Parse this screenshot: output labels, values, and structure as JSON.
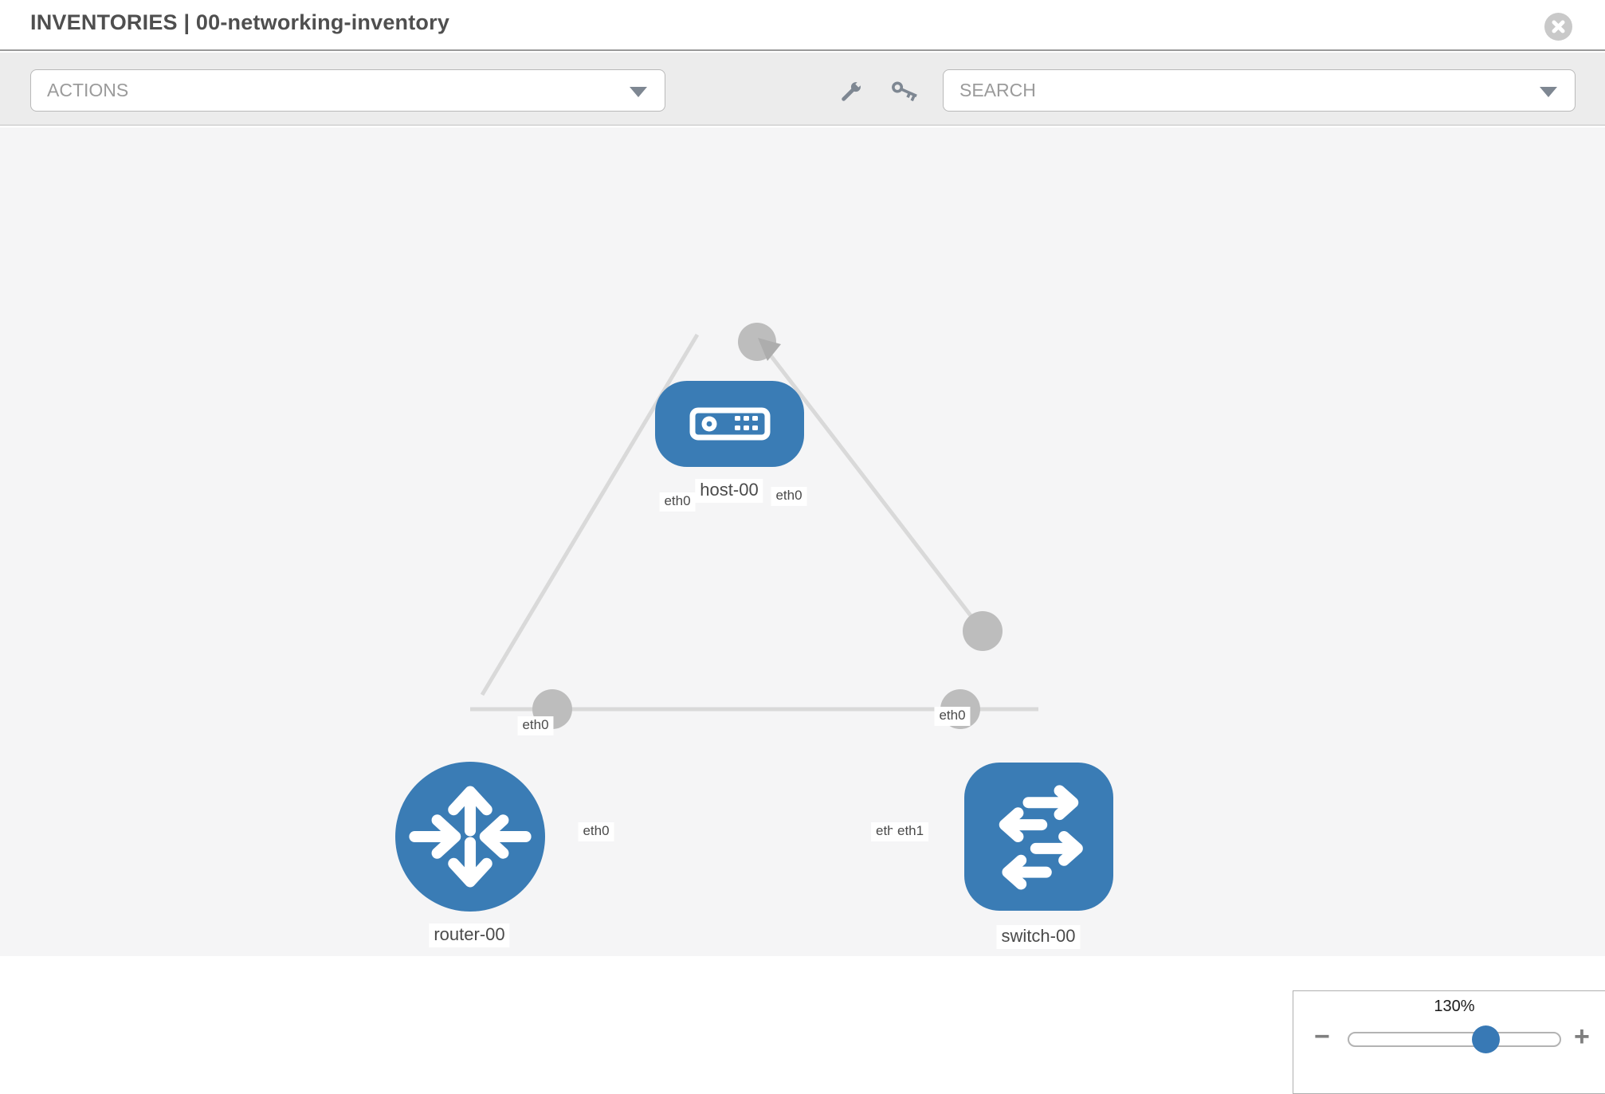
{
  "header": {
    "title": "INVENTORIES | 00-networking-inventory"
  },
  "toolbar": {
    "actions": {
      "label": "ACTIONS"
    },
    "tools": [
      {
        "name": "wrench-icon"
      },
      {
        "name": "key-icon"
      }
    ],
    "search": {
      "placeholder": "SEARCH"
    }
  },
  "canvas": {
    "nodes": [
      {
        "id": "host-00",
        "type": "host",
        "label": "host-00"
      },
      {
        "id": "router-00",
        "type": "router",
        "label": "router-00"
      },
      {
        "id": "switch-00",
        "type": "switch",
        "label": "switch-00"
      }
    ],
    "links": [
      {
        "from": "host-00",
        "to": "router-00",
        "from_interface": "eth0",
        "to_interface": "eth0"
      },
      {
        "from": "host-00",
        "to": "switch-00",
        "from_interface": "eth0",
        "to_interface": "eth0"
      },
      {
        "from": "router-00",
        "to": "switch-00",
        "from_interface": "eth0",
        "to_interface": "eth1"
      }
    ],
    "ifaces": {
      "hr_host": "eth0",
      "hr_router": "eth0",
      "hs_host": "eth0",
      "hs_switch": "eth0",
      "rs_router": "eth0",
      "rs_switch_under": "eth0",
      "rs_switch_over": "eth1"
    }
  },
  "zoom_control": {
    "level": "130%",
    "minus_label": "−",
    "plus_label": "+"
  },
  "colors": {
    "node_blue": "#3a7cb5",
    "link_gray": "#d9d9d9",
    "port_gray": "#bdbdbd",
    "accent_knob": "#3879b5"
  }
}
